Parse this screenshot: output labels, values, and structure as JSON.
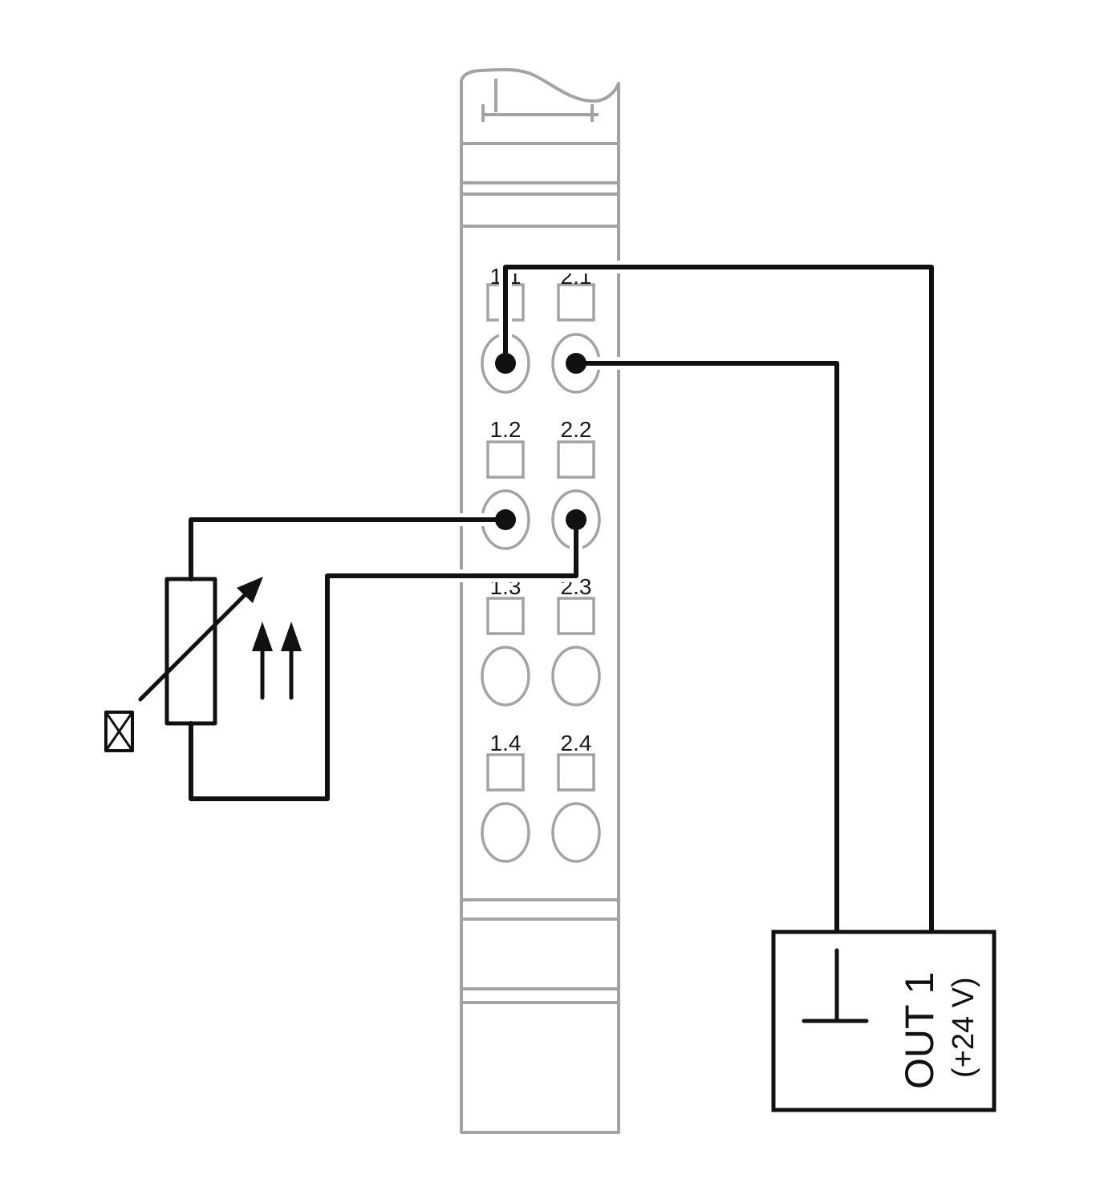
{
  "terminals": [
    {
      "label": "1.1"
    },
    {
      "label": "2.1"
    },
    {
      "label": "1.2"
    },
    {
      "label": "2.2"
    },
    {
      "label": "1.3"
    },
    {
      "label": "2.3"
    },
    {
      "label": "1.4"
    },
    {
      "label": "2.4"
    }
  ],
  "output_unit": {
    "label": "OUT 1",
    "voltage": "(+24 V)"
  },
  "colors": {
    "wire": "#111111",
    "module": "#a3a3a3",
    "background": "#ffffff"
  }
}
